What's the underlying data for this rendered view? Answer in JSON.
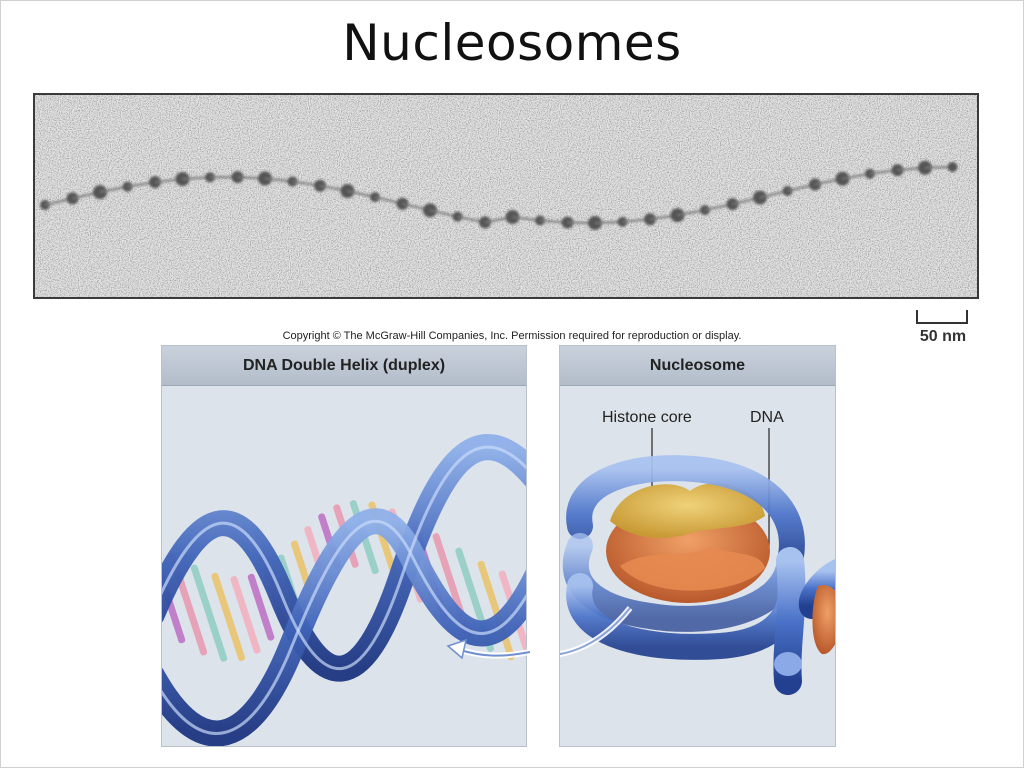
{
  "slide": {
    "title": "Nucleosomes"
  },
  "micrograph": {
    "scale_label": "50 nm",
    "copyright": "Copyright © The McGraw-Hill Companies, Inc. Permission required for reproduction or display."
  },
  "panels": {
    "left": {
      "title": "DNA Double Helix (duplex)"
    },
    "right": {
      "title": "Nucleosome",
      "histone_label": "Histone core",
      "dna_label": "DNA"
    }
  },
  "colors": {
    "panel_bg": "#dde3ea",
    "helix_blue": "#3f63b8",
    "histone_yellow": "#d9b24c",
    "histone_orange": "#d0763f"
  }
}
